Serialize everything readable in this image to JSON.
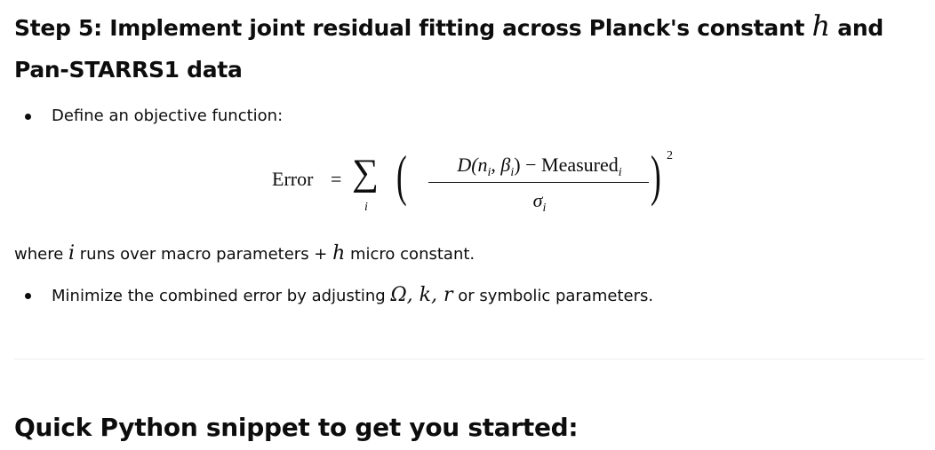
{
  "step_heading": {
    "before": "Step 5: Implement joint residual fitting across Planck's constant ",
    "symbol": "h",
    "after": " and Pan-STARRS1 data"
  },
  "bullets": [
    {
      "text": "Define an objective function:"
    },
    {
      "before": "Minimize the combined error by adjusting ",
      "symbols": "Ω, k, r",
      "after": " or symbolic parameters."
    }
  ],
  "equation": {
    "lhs": "Error",
    "equals": "=",
    "sum": "∑",
    "sum_index": "i",
    "numerator": {
      "d": "D(",
      "n": "n",
      "comma": ", ",
      "beta": "β",
      "close": ")",
      "minus": " − ",
      "measured": "Measured"
    },
    "denominator": "σ",
    "subscript": "i",
    "exponent": "2"
  },
  "where_line": {
    "before": "where ",
    "index": "i",
    "middle": " runs over macro parameters + ",
    "symbol": "h",
    "after": " micro constant."
  },
  "snippet_heading": "Quick Python snippet to get you started:"
}
